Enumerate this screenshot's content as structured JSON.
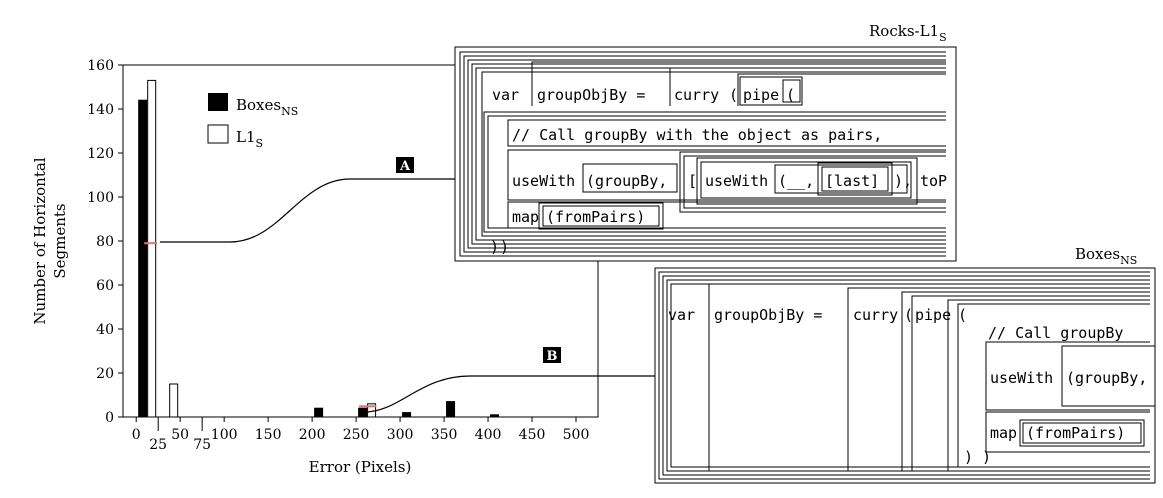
{
  "chart_data": {
    "type": "bar",
    "xlabel": "Error (Pixels)",
    "ylabel_line1": "Number of Horizontal",
    "ylabel_line2": "Segments",
    "xlim": [
      -15,
      525
    ],
    "ylim": [
      0,
      160
    ],
    "x_ticks": [
      {
        "v": 0,
        "label": "0",
        "row": 0
      },
      {
        "v": 25,
        "label": "25",
        "row": 1
      },
      {
        "v": 50,
        "label": "50",
        "row": 0
      },
      {
        "v": 75,
        "label": "75",
        "row": 1
      },
      {
        "v": 100,
        "label": "100",
        "row": 0
      },
      {
        "v": 150,
        "label": "150",
        "row": 0
      },
      {
        "v": 200,
        "label": "200",
        "row": 0
      },
      {
        "v": 250,
        "label": "250",
        "row": 0
      },
      {
        "v": 300,
        "label": "300",
        "row": 0
      },
      {
        "v": 350,
        "label": "350",
        "row": 0
      },
      {
        "v": 400,
        "label": "400",
        "row": 0
      },
      {
        "v": 450,
        "label": "450",
        "row": 0
      },
      {
        "v": 500,
        "label": "500",
        "row": 0
      }
    ],
    "y_ticks": [
      0,
      20,
      40,
      60,
      80,
      100,
      120,
      140,
      160
    ],
    "series": [
      {
        "key": "boxes",
        "legend_main": "Boxes",
        "legend_sub": "NS",
        "fill": "#000000",
        "points": [
          {
            "x": 12.5,
            "y": 144
          },
          {
            "x": 212.5,
            "y": 4
          },
          {
            "x": 262.5,
            "y": 4
          },
          {
            "x": 312.5,
            "y": 2
          },
          {
            "x": 362.5,
            "y": 7
          },
          {
            "x": 412.5,
            "y": 1
          }
        ]
      },
      {
        "key": "l1",
        "legend_main": "L1",
        "legend_sub": "S",
        "fill": "#ffffff",
        "points": [
          {
            "x": 12.5,
            "y": 153
          },
          {
            "x": 37.5,
            "y": 15
          },
          {
            "x": 262.5,
            "y": 6
          }
        ]
      }
    ],
    "marker_a": {
      "label": "A",
      "x": 12.5,
      "y": 79
    },
    "marker_b": {
      "label": "B",
      "x": 262.5,
      "y": 4
    },
    "marker_color": "#e8746a"
  },
  "panel_a": {
    "title_main": "Rocks-L1",
    "title_sub": "S",
    "code": [
      "var",
      "groupObjBy =",
      "curry",
      "(",
      "pipe",
      "(",
      "// Call groupBy with the object as pairs,",
      "useWith",
      "(groupBy,",
      "[",
      "useWith",
      "(__,",
      "[last]",
      "),",
      "toP",
      "map",
      "(fromPairs)",
      ")",
      ")"
    ]
  },
  "panel_b": {
    "title_main": "Boxes",
    "title_sub": "NS",
    "code": [
      "var",
      "groupObjBy =",
      "curry",
      "(",
      "pipe",
      "(",
      "// Call groupBy",
      "useWith",
      "(groupBy,",
      "map",
      "(fromPairs)",
      ") )"
    ]
  }
}
